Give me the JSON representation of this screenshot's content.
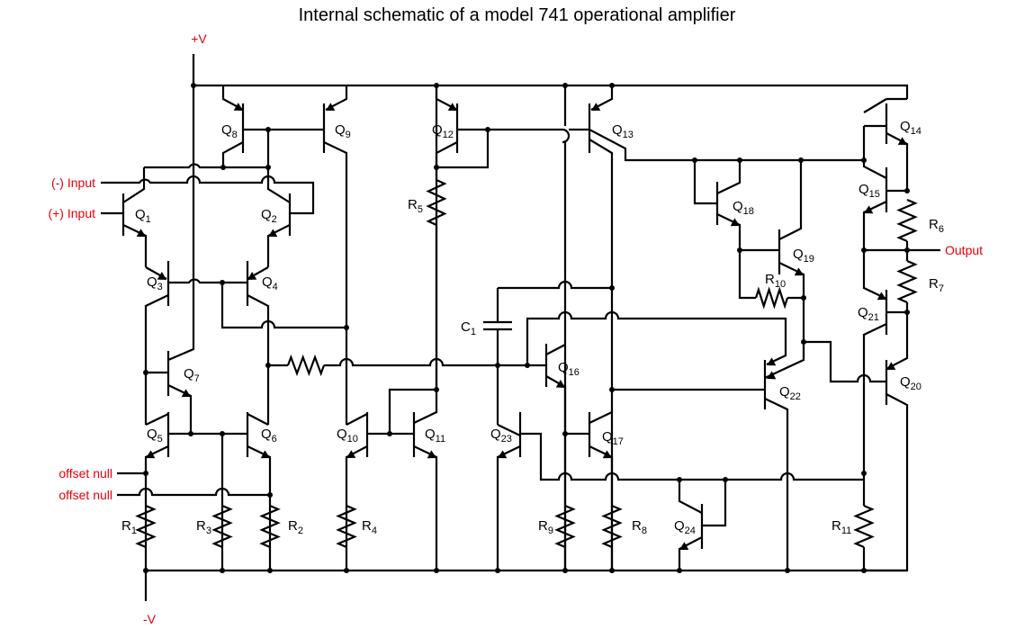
{
  "title": "Internal schematic of a model 741 operational amplifier",
  "colors": {
    "wire": "#000000",
    "terminal_label": "#e8000b",
    "background": "#ffffff"
  },
  "terminals": {
    "vplus": "+V",
    "vminus": "-V",
    "inv_input": "(-) Input",
    "noninv_input": "(+) Input",
    "output": "Output",
    "offset_null_1": "offset null",
    "offset_null_2": "offset null"
  },
  "components": {
    "transistors": [
      {
        "id": "Q1",
        "letter": "Q",
        "num": "1"
      },
      {
        "id": "Q2",
        "letter": "Q",
        "num": "2"
      },
      {
        "id": "Q3",
        "letter": "Q",
        "num": "3"
      },
      {
        "id": "Q4",
        "letter": "Q",
        "num": "4"
      },
      {
        "id": "Q5",
        "letter": "Q",
        "num": "5"
      },
      {
        "id": "Q6",
        "letter": "Q",
        "num": "6"
      },
      {
        "id": "Q7",
        "letter": "Q",
        "num": "7"
      },
      {
        "id": "Q8",
        "letter": "Q",
        "num": "8"
      },
      {
        "id": "Q9",
        "letter": "Q",
        "num": "9"
      },
      {
        "id": "Q10",
        "letter": "Q",
        "num": "10"
      },
      {
        "id": "Q11",
        "letter": "Q",
        "num": "11"
      },
      {
        "id": "Q12",
        "letter": "Q",
        "num": "12"
      },
      {
        "id": "Q13",
        "letter": "Q",
        "num": "13"
      },
      {
        "id": "Q14",
        "letter": "Q",
        "num": "14"
      },
      {
        "id": "Q15",
        "letter": "Q",
        "num": "15"
      },
      {
        "id": "Q16",
        "letter": "Q",
        "num": "16"
      },
      {
        "id": "Q17",
        "letter": "Q",
        "num": "17"
      },
      {
        "id": "Q18",
        "letter": "Q",
        "num": "18"
      },
      {
        "id": "Q19",
        "letter": "Q",
        "num": "19"
      },
      {
        "id": "Q20",
        "letter": "Q",
        "num": "20"
      },
      {
        "id": "Q21",
        "letter": "Q",
        "num": "21"
      },
      {
        "id": "Q22",
        "letter": "Q",
        "num": "22"
      },
      {
        "id": "Q23",
        "letter": "Q",
        "num": "23"
      },
      {
        "id": "Q24",
        "letter": "Q",
        "num": "24"
      }
    ],
    "resistors": [
      {
        "id": "R1",
        "letter": "R",
        "num": "1"
      },
      {
        "id": "R2",
        "letter": "R",
        "num": "2"
      },
      {
        "id": "R3",
        "letter": "R",
        "num": "3"
      },
      {
        "id": "R4",
        "letter": "R",
        "num": "4"
      },
      {
        "id": "R5",
        "letter": "R",
        "num": "5"
      },
      {
        "id": "R6",
        "letter": "R",
        "num": "6"
      },
      {
        "id": "R7",
        "letter": "R",
        "num": "7"
      },
      {
        "id": "R8",
        "letter": "R",
        "num": "8"
      },
      {
        "id": "R9",
        "letter": "R",
        "num": "9"
      },
      {
        "id": "R10",
        "letter": "R",
        "num": "10"
      },
      {
        "id": "R11",
        "letter": "R",
        "num": "11"
      }
    ],
    "capacitors": [
      {
        "id": "C1",
        "letter": "C",
        "num": "1"
      }
    ]
  }
}
